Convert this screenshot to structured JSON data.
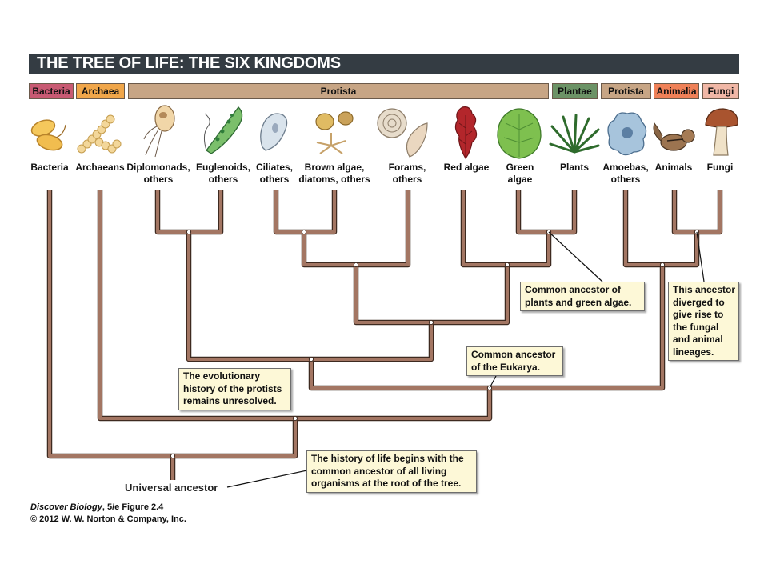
{
  "title": "THE TREE OF LIFE: THE SIX KINGDOMS",
  "kingdoms": [
    {
      "label": "Bacteria",
      "color": "#c85a73"
    },
    {
      "label": "Archaea",
      "color": "#f0a64a"
    },
    {
      "label": "Protista",
      "color": "#c7a585"
    },
    {
      "label": "Plantae",
      "color": "#6c9366"
    },
    {
      "label": "Protista",
      "color": "#c7a585"
    },
    {
      "label": "Animalia",
      "color": "#ef8158"
    },
    {
      "label": "Fungi",
      "color": "#f0b7a6"
    }
  ],
  "taxa": [
    {
      "line1": "Bacteria",
      "line2": ""
    },
    {
      "line1": "Archaeans",
      "line2": ""
    },
    {
      "line1": "Diplomonads,",
      "line2": "others"
    },
    {
      "line1": "Euglenoids,",
      "line2": "others"
    },
    {
      "line1": "Ciliates,",
      "line2": "others"
    },
    {
      "line1": "Brown algae,",
      "line2": "diatoms, others"
    },
    {
      "line1": "Forams,",
      "line2": "others"
    },
    {
      "line1": "Red algae",
      "line2": ""
    },
    {
      "line1": "Green",
      "line2": "algae"
    },
    {
      "line1": "Plants",
      "line2": ""
    },
    {
      "line1": "Amoebas,",
      "line2": "others"
    },
    {
      "line1": "Animals",
      "line2": ""
    },
    {
      "line1": "Fungi",
      "line2": ""
    }
  ],
  "callouts": {
    "plants_green": [
      "Common ancestor of",
      "plants and green algae."
    ],
    "fungi_animal": [
      "This ancestor",
      "diverged to",
      "give rise to",
      "the fungal",
      "and animal",
      "lineages."
    ],
    "eukarya": [
      "Common ancestor",
      "of the Eukarya."
    ],
    "protists": [
      "The evolutionary",
      "history of the protists",
      "remains unresolved."
    ],
    "history": [
      "The history of life begins with the",
      "common ancestor of all living",
      "organisms at the root of the tree."
    ]
  },
  "universal_ancestor": "Universal ancestor",
  "footer": {
    "book": "Discover Biology",
    "figure": ", 5/e  Figure 2.4",
    "copyright": "© 2012 W. W. Norton & Company, Inc."
  },
  "colors": {
    "branch": "#a37663",
    "title_bg": "#343c43",
    "callout_bg": "#fdf8d7"
  }
}
